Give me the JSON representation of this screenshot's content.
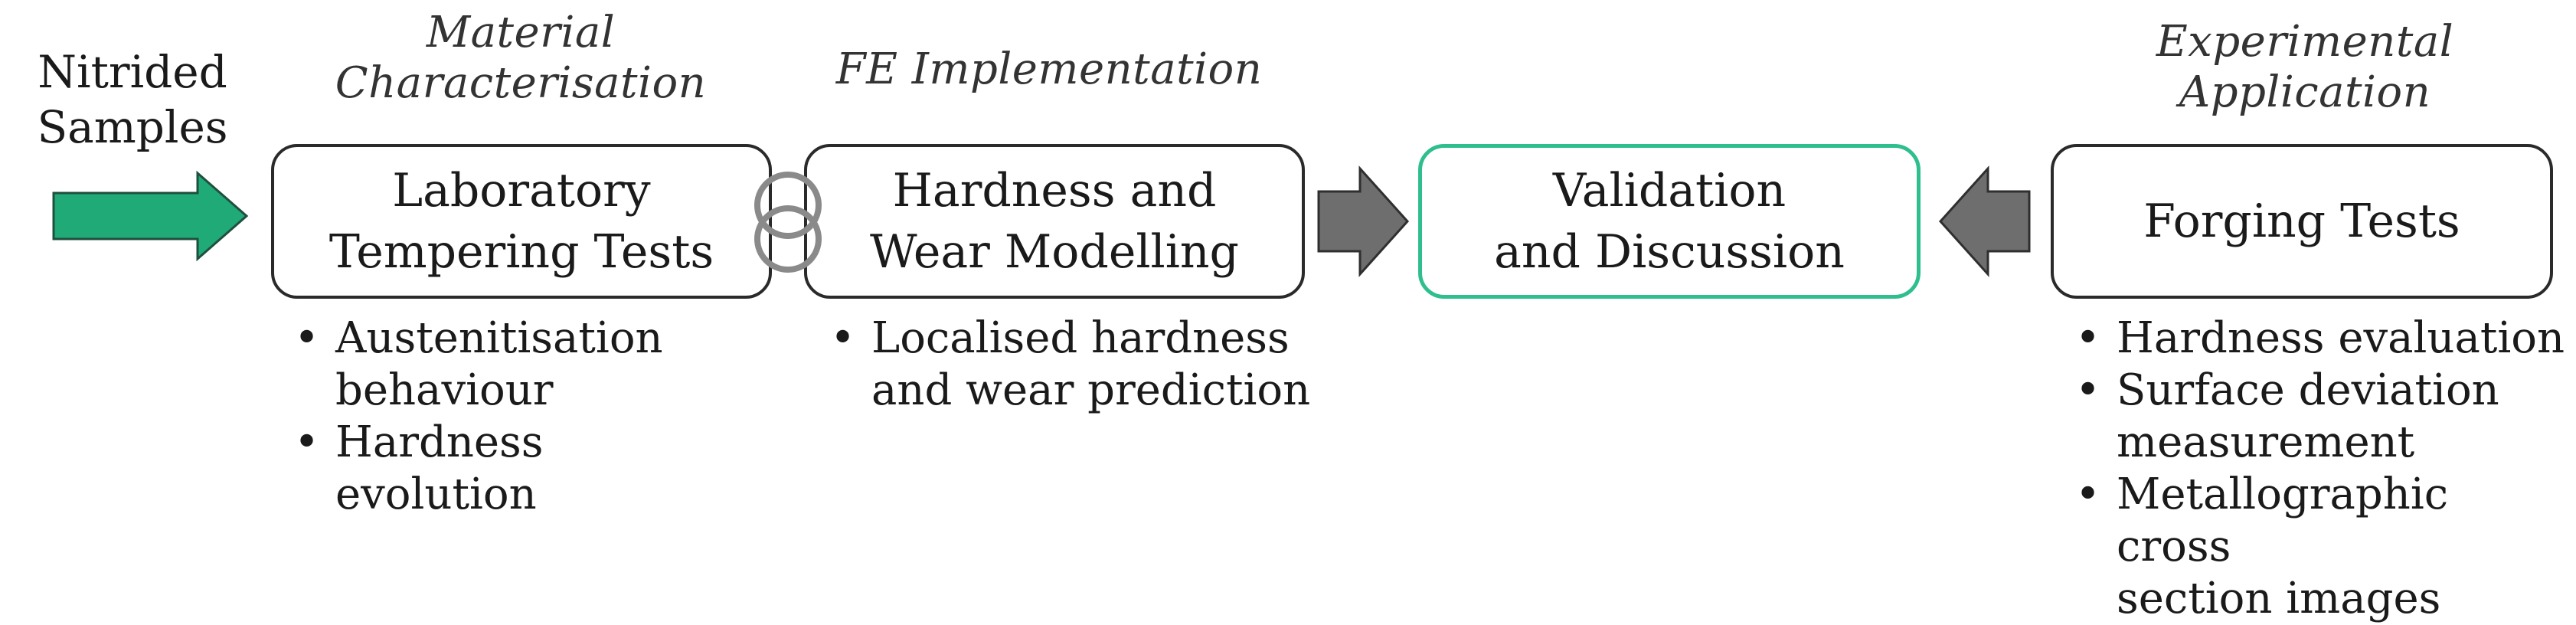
{
  "input_label": {
    "line1": "Nitrided",
    "line2": "Samples"
  },
  "stages": [
    {
      "caption_line1": "Material",
      "caption_line2": "Characterisation",
      "box_line1": "Laboratory",
      "box_line2": "Tempering Tests",
      "bullets": [
        {
          "line1": "Austenitisation",
          "line2": "behaviour"
        },
        {
          "line1": "Hardness",
          "line2": "evolution"
        }
      ]
    },
    {
      "caption_line1": "FE Implementation",
      "box_line1": "Hardness and",
      "box_line2": "Wear Modelling",
      "bullets": [
        {
          "line1": "Localised hardness",
          "line2": "and wear prediction"
        }
      ]
    },
    {
      "box_line1": "Validation",
      "box_line2": "and Discussion"
    },
    {
      "caption_line1": "Experimental",
      "caption_line2": "Application",
      "box_line1": "Forging Tests",
      "bullets": [
        {
          "line1": "Hardness evaluation"
        },
        {
          "line1": "Surface deviation",
          "line2": "measurement"
        },
        {
          "line1": "Metallographic cross",
          "line2": "section images"
        }
      ]
    }
  ],
  "bullet_glyph": "•",
  "colors": {
    "input_arrow": "#1faa78",
    "process_arrow": "#6e6e6e",
    "validation_border": "#2fbf8f",
    "box_border": "#2a2a2a",
    "link_rings": "#8a8a8a"
  },
  "icons": {
    "input_arrow": "right-arrow-icon",
    "link": "interlocking-rings-icon",
    "forward_arrow": "right-arrow-icon",
    "backward_arrow": "left-arrow-icon"
  }
}
